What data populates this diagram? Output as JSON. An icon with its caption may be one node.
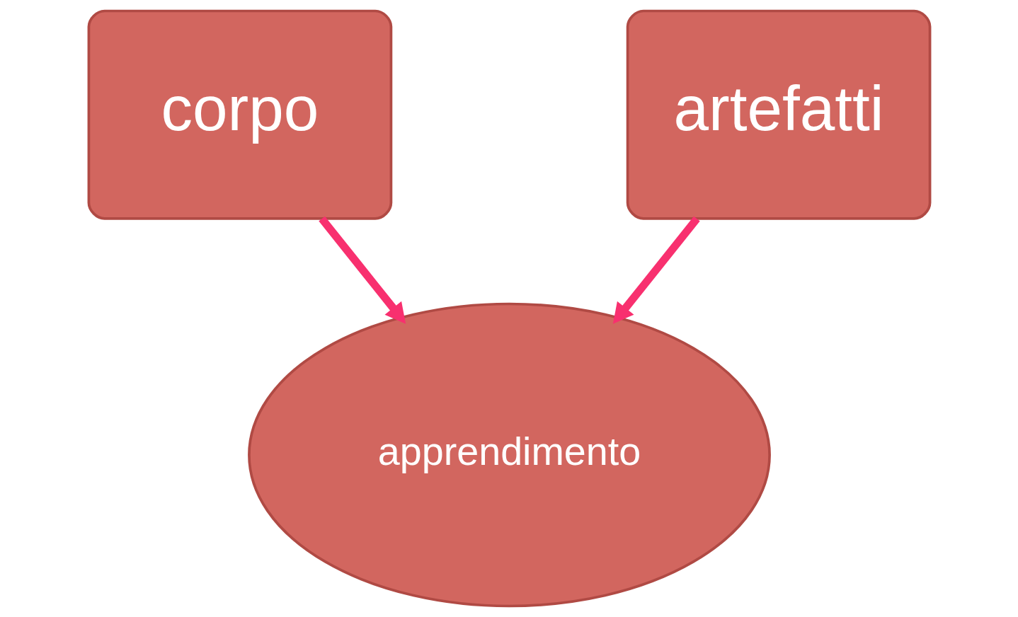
{
  "diagram": {
    "nodes": [
      {
        "text": [
          "corpo"
        ]
      },
      {
        "text": [
          "artefatti"
        ]
      },
      {
        "text": [
          "apprendimento"
        ]
      }
    ],
    "edges": [
      {
        "from": 0,
        "to": 2,
        "arrow": "to"
      },
      {
        "from": 1,
        "to": 2,
        "arrow": "to"
      }
    ]
  }
}
